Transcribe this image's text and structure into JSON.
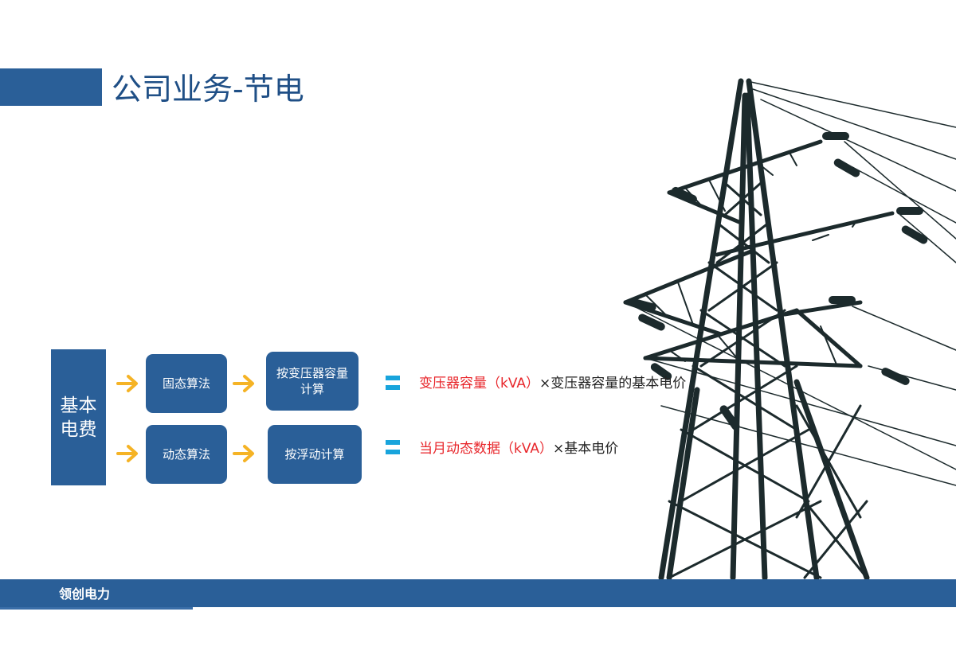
{
  "header": {
    "title": "公司业务-节电"
  },
  "diagram": {
    "root_label": "基本电费",
    "rows": [
      {
        "method": "固态算法",
        "basis": "按变压器容量计算",
        "formula_highlight": "变压器容量（kVA）",
        "formula_rest": "×变压器容量的基本电价"
      },
      {
        "method": "动态算法",
        "basis": "按浮动计算",
        "formula_highlight": "当月动态数据（kVA）",
        "formula_rest": "×基本电价"
      }
    ]
  },
  "footer": {
    "company": "领创电力"
  },
  "colors": {
    "brand_blue": "#2a5f98",
    "arrow_orange": "#f5b325",
    "equals_blue": "#18a4dc",
    "highlight_red": "#e8262b"
  },
  "icons": [
    "arrow-right-icon",
    "equals-icon",
    "power-tower-image"
  ]
}
